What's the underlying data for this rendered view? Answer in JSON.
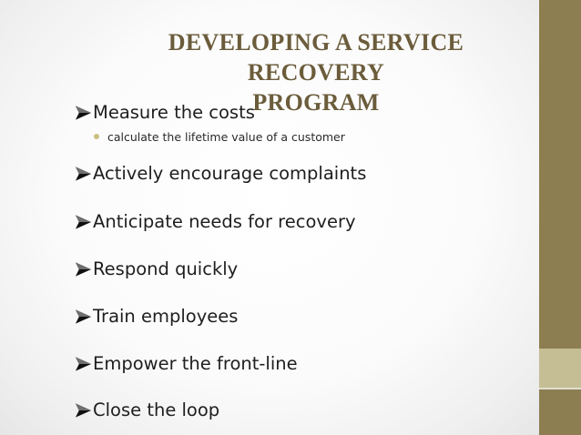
{
  "slide": {
    "title_line1": "DEVELOPING A SERVICE RECOVERY",
    "title_line2": "PROGRAM",
    "bullets": [
      {
        "text": "Measure the costs",
        "sub": "calculate the lifetime value of a customer"
      },
      {
        "text": "Actively encourage complaints"
      },
      {
        "text": "Anticipate needs for recovery"
      },
      {
        "text": "Respond quickly"
      },
      {
        "text": "Train employees"
      },
      {
        "text": "Empower the front-line"
      },
      {
        "text": "Close the loop"
      }
    ],
    "bullet_icon": "arrow-bullet-icon",
    "sub_bullet_icon": "dot-bullet-icon"
  },
  "colors": {
    "title": "#6b5c3b",
    "accent_bar": "#8c7e51",
    "accent_bar_light": "#c5bd94",
    "sub_bullet_dot": "#c9c07f"
  }
}
